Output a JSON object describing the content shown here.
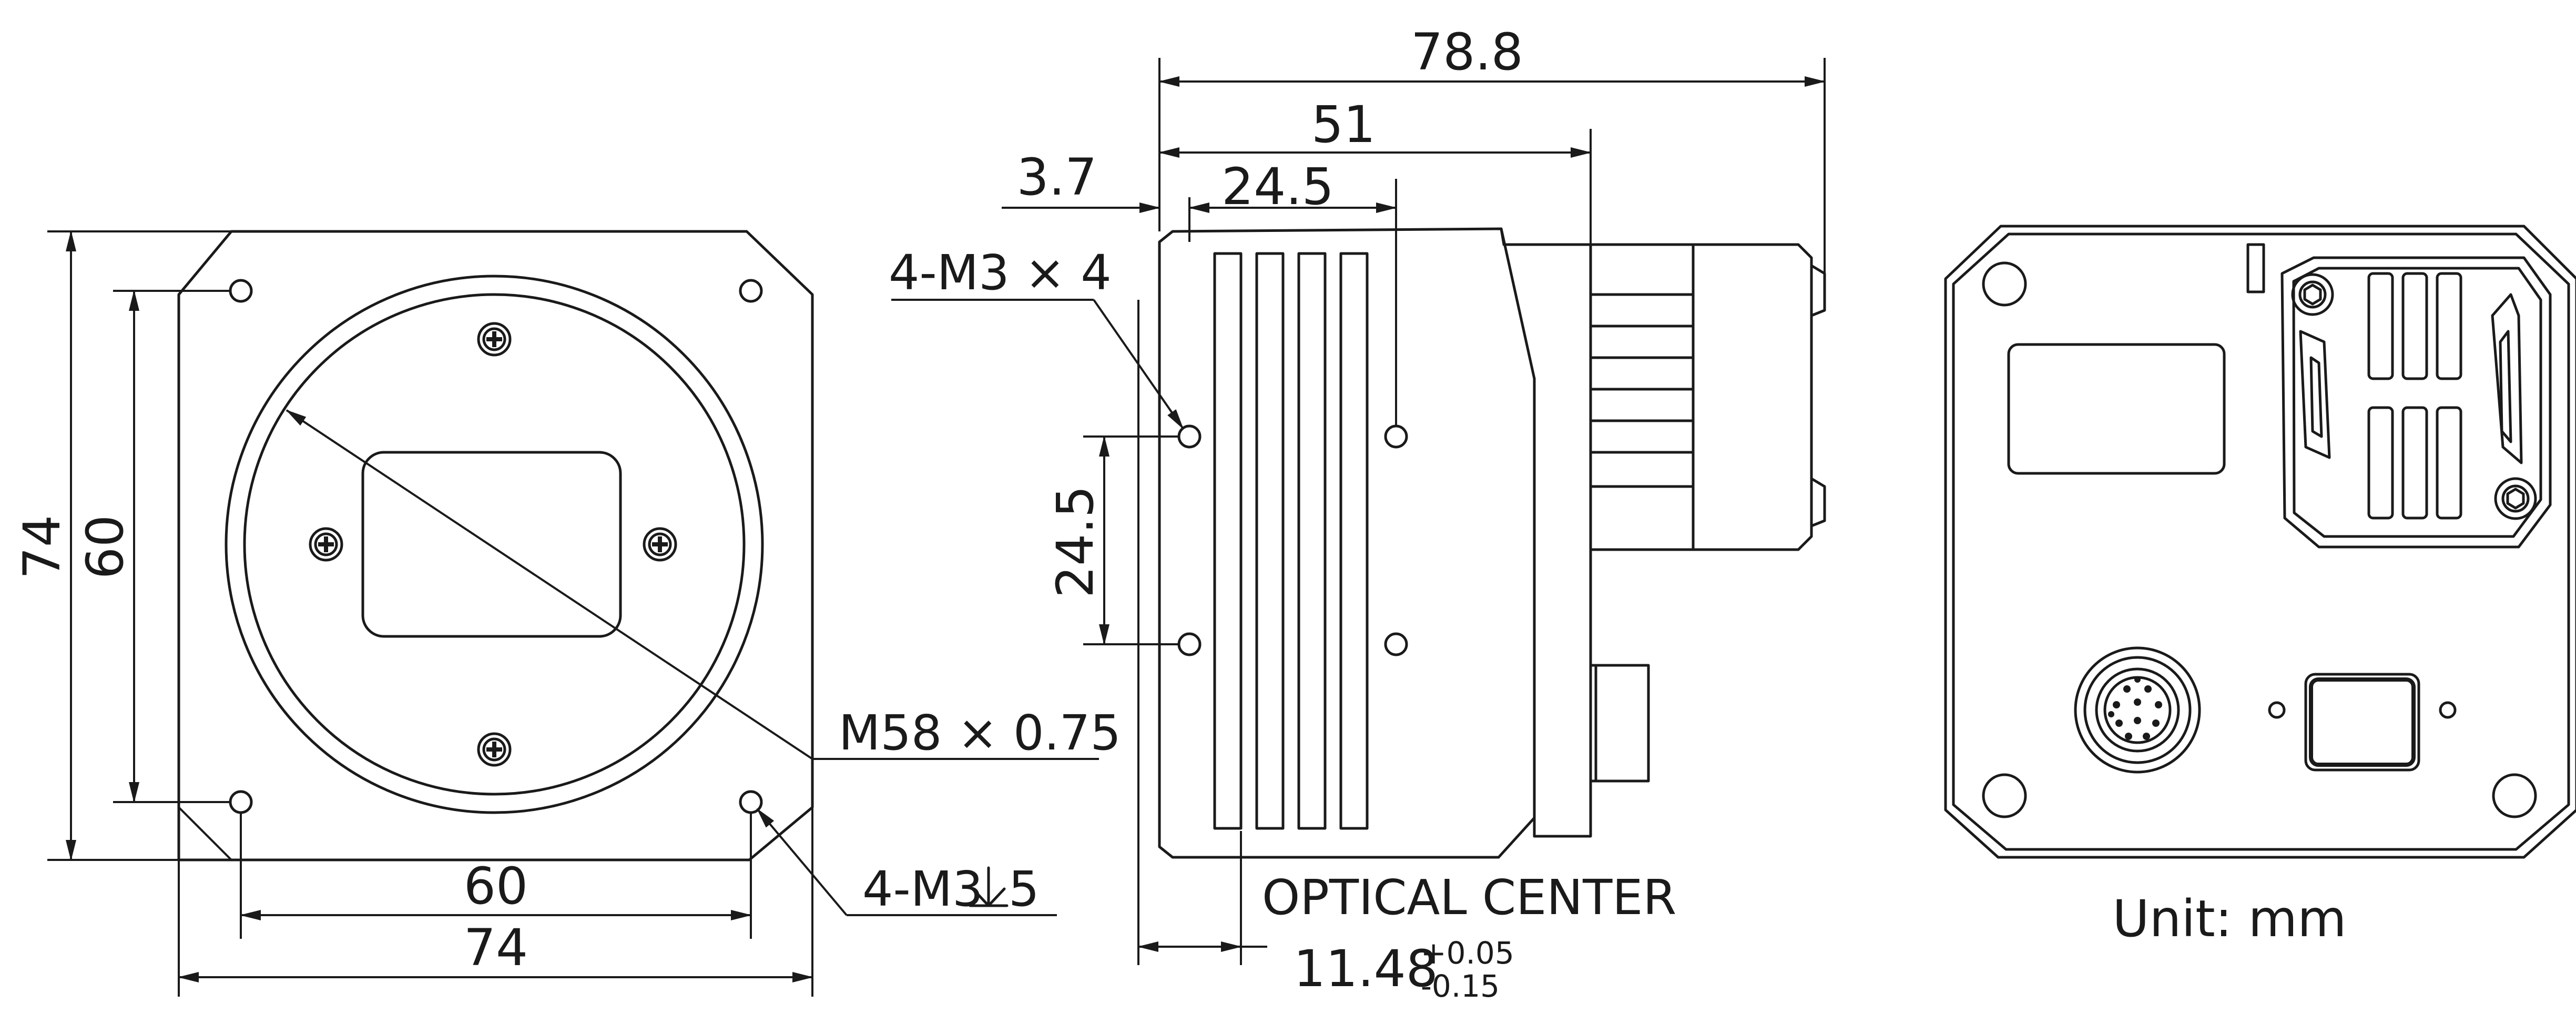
{
  "front_view": {
    "dim_height_outer": "74",
    "dim_height_holes": "60",
    "dim_width_holes": "60",
    "dim_width_outer": "74",
    "thread_label": "M58 × 0.75",
    "hole_label_prefix": "4-M3",
    "hole_label_suffix": "5"
  },
  "side_view": {
    "dim_total_length": "78.8",
    "dim_body_length": "51",
    "dim_offset": "3.7",
    "dim_hole_spacing_h": "24.5",
    "dim_hole_spacing_v": "24.5",
    "hole_label": "4-M3 × 4",
    "optical_center_label": "OPTICAL CENTER",
    "optical_center_value": "11.48",
    "tolerance_upper": "+0.05",
    "tolerance_lower": "-0.15"
  },
  "rear_view": {
    "unit_label": "Unit: mm"
  }
}
